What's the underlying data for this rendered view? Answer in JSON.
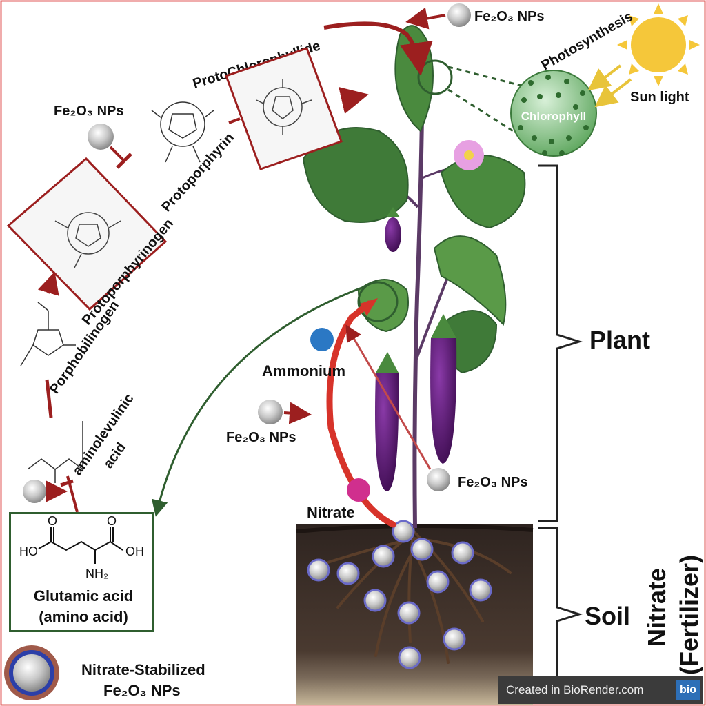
{
  "colors": {
    "frame": "#e05a5a",
    "arrow_red": "#9c1f1f",
    "nitrate_path": "#d7332a",
    "green_arrow": "#2f5e2f",
    "ammonium_dot": "#2b78c4",
    "nitrate_dot": "#d02f8e",
    "sun": "#f5c73a",
    "chlorophyll": "#5da65d",
    "soil": "#3a2e28"
  },
  "labels": {
    "fe_top": "Fe₂O₃ NPs",
    "fe_left": "Fe₂O₃ NPs",
    "fe_mid": "Fe₂O₃ NPs",
    "fe_right": "Fe₂O₃ NPs",
    "photosynthesis": "Photosynthesis",
    "sun_light": "Sun light",
    "chlorophyll": "Chlorophyll",
    "protochlorophyllide": "ProtoChlorophyllide",
    "protoporphyrin": "Protoporphyrin",
    "protoporphyrinogen": "Protoporphyrinogen",
    "porphobilinogen": "Porphobilinogen",
    "aminolevulinic_1": "aminolevulinic",
    "aminolevulinic_2": "acid",
    "ammonium": "Ammonium",
    "nitrate": "Nitrate",
    "plant": "Plant",
    "soil": "Soil",
    "fertilizer_1": "Nitrate",
    "fertilizer_2": "(Fertilizer)",
    "glutamic_1": "Glutamic acid",
    "glutamic_2": "(amino acid)",
    "legend_1": "Nitrate-Stabilized",
    "legend_2": "Fe₂O₃ NPs",
    "glu_ho_left": "HO",
    "glu_oh_right": "OH",
    "glu_nh2": "NH₂",
    "glu_o": "O"
  },
  "watermark": {
    "text": "Created in BioRender.com",
    "logo": "bio"
  }
}
